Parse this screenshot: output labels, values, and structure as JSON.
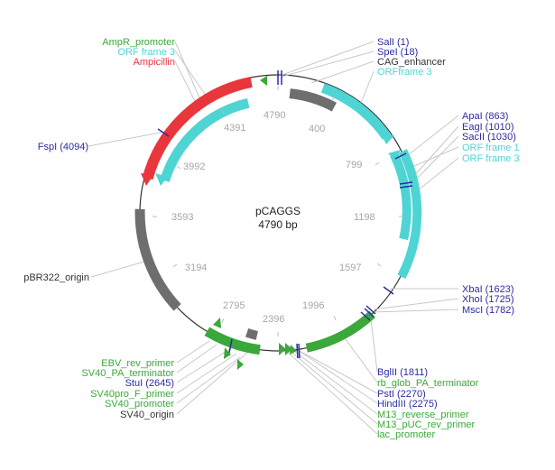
{
  "plasmid": {
    "name": "pCAGGS",
    "size_label": "4790 bp",
    "length": 4790
  },
  "colors": {
    "backbone": "#333333",
    "feature_grey": "#6e6e6e",
    "orf": "#4fd4d4",
    "ampicillin": "#e8363c",
    "green": "#3aa83a",
    "site": "#2b2ba1",
    "tick": "#a6a6a6"
  },
  "ticks": [
    "400",
    "799",
    "1198",
    "1597",
    "1996",
    "2396",
    "2795",
    "3194",
    "3593",
    "3992",
    "4391",
    "4790"
  ],
  "labels": {
    "amp_promoter": "AmpR_promoter",
    "orf_frame3_left": "ORF frame 3",
    "ampicillin": "Ampicillin",
    "fspi": "FspI (4094)",
    "pbr322": "pBR322_origin",
    "sali": "SalI (1)",
    "spei": "SpeI (18)",
    "cag_enh": "CAG_enhancer",
    "orf_top": "ORFframe 3",
    "apai": "ApaI (863)",
    "eagi": "EagI (1010)",
    "sacii": "SacII (1030)",
    "orf_f1": "ORF frame 1",
    "orf_f3": "ORF frame 3",
    "xbai": "XbaI (1623)",
    "xhoi": "XhoI (1725)",
    "msci": "MscI (1782)",
    "bglii": "BglII (1811)",
    "rb_glob": "rb_glob_PA_terminator",
    "psti": "PstI (2270)",
    "hindiii": "HindIII (2275)",
    "m13_rev": "M13_reverse_primer",
    "m13_puc": "M13_pUC_rev_primer",
    "lac": "lac_promoter",
    "ebv": "EBV_rev_primer",
    "sv40_pa": "SV40_PA_terminator",
    "stui": "StuI (2645)",
    "sv40pro_f": "SV40pro_F_primer",
    "sv40_prom": "SV40_promoter",
    "sv40_ori": "SV40_origin"
  }
}
